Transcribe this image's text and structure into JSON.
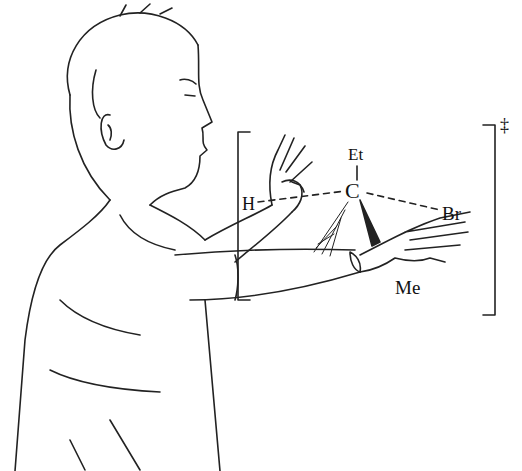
{
  "diagram": {
    "labels": [
      "Et",
      "H",
      "C",
      "Br",
      "Me",
      "‡"
    ]
  }
}
